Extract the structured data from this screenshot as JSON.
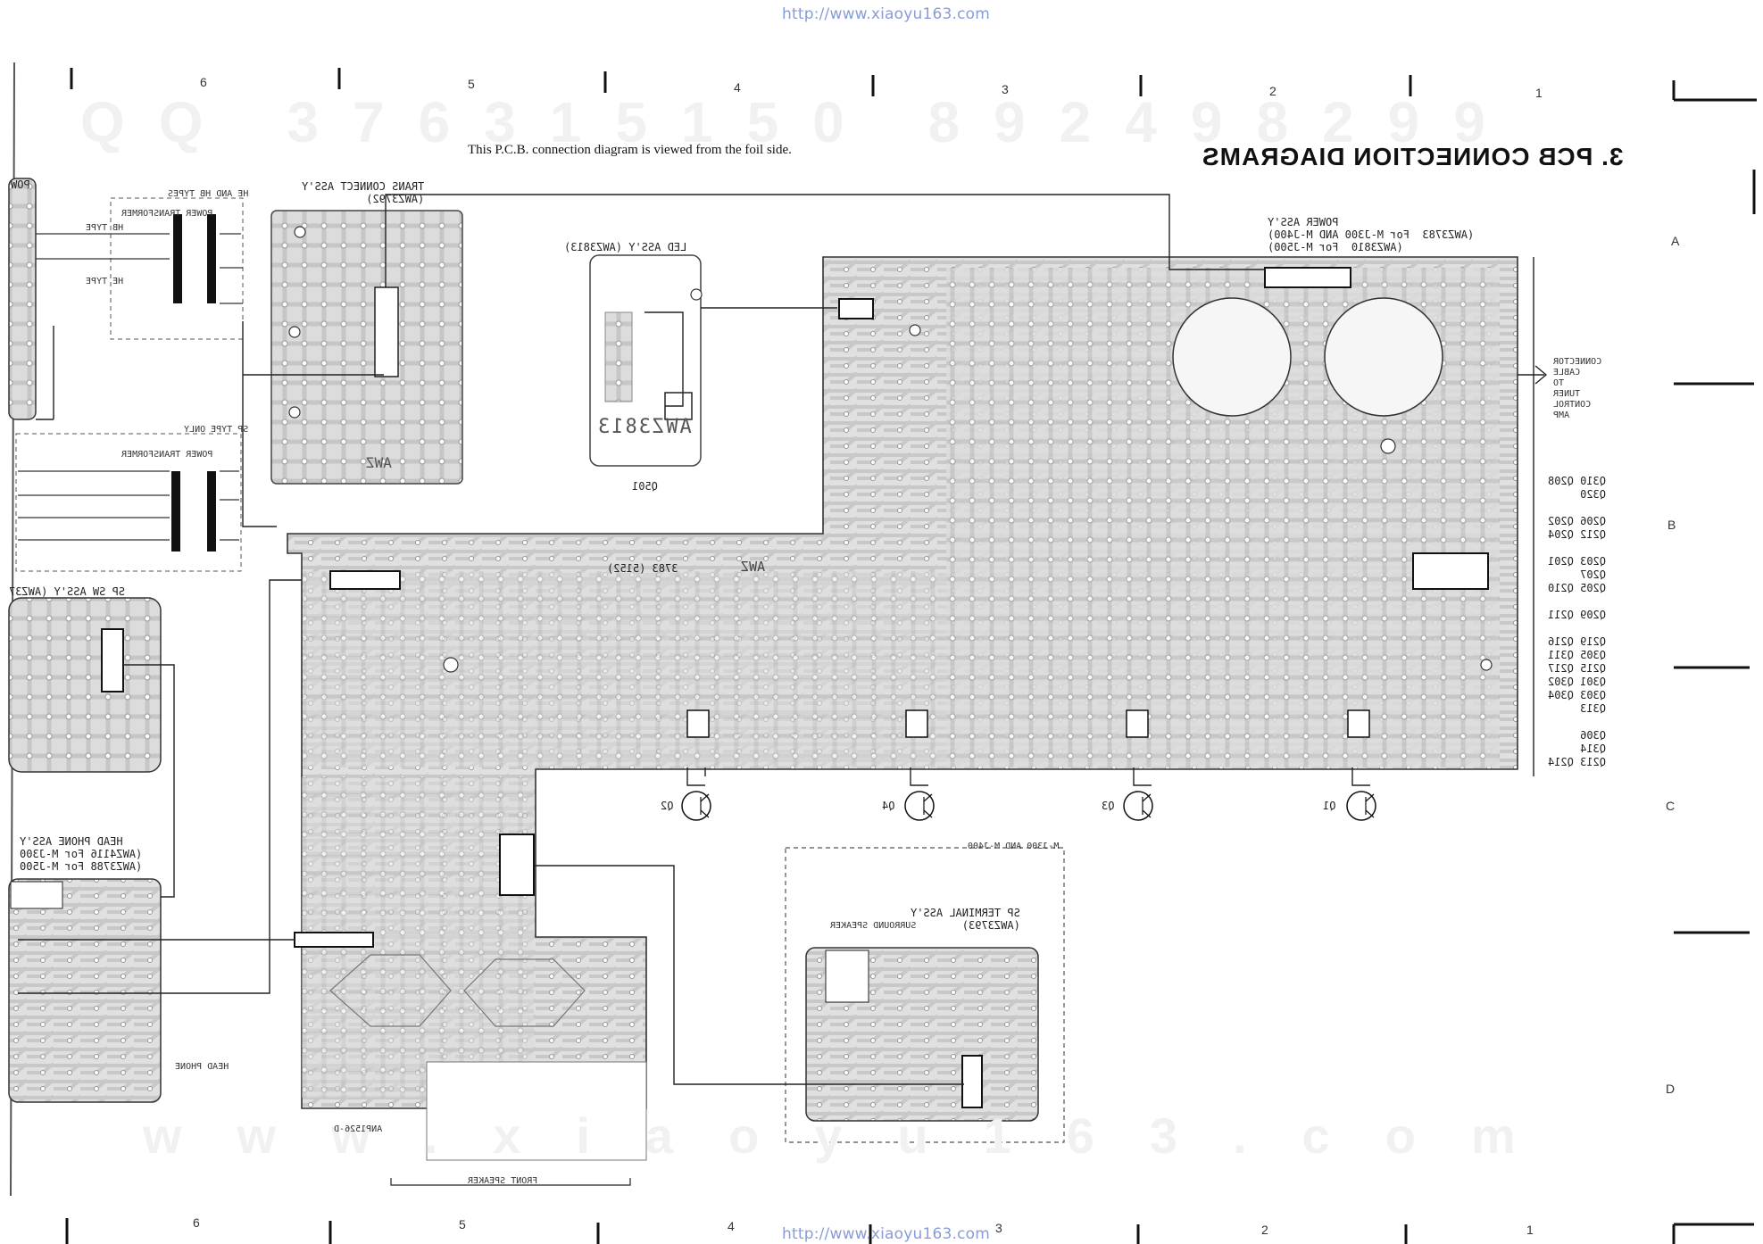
{
  "header": {
    "url_top": "http://www.xiaoyu163.com",
    "url_bottom": "http://www.xiaoyu163.com",
    "section_title": "3.  PCB CONNECTION DIAGRAMS",
    "note": "This P.C.B. connection diagram is viewed from the foil side."
  },
  "watermark": {
    "top": "QQ 376315150   892498299",
    "bottom": "www.xiaoyu163.com"
  },
  "grid": {
    "columns_top": [
      "6",
      "5",
      "4",
      "3",
      "2",
      "1"
    ],
    "columns_bottom": [
      "6",
      "5",
      "4",
      "3",
      "2",
      "1"
    ],
    "rows": [
      "A",
      "B",
      "C",
      "D"
    ]
  },
  "assemblies": {
    "power": {
      "name": "POWER ASS'Y",
      "line1": "(AWZ3783  For M-J300 AND M-J400)",
      "line2": "(AWZ3810  For M-J500)"
    },
    "led": {
      "name": "LED ASS'Y (AWZ3813)",
      "board_code": "AWZ3813",
      "ref": "Q501"
    },
    "trans": {
      "name": "TRANS CONNECT ASS'Y",
      "code": "(AWZ3792)",
      "board_code": "AWZ"
    },
    "he_hb": {
      "title": "HE AND HB TYPES",
      "label": "POWER TRANSFORMER",
      "tags": [
        "HB TYPE",
        "HE TYPE"
      ]
    },
    "sp_type": {
      "title": "SP TYPE ONLY",
      "label": "POWER TRANSFORMER"
    },
    "sp_sw": {
      "name": "SP SW ASS'Y (AWZ37"
    },
    "headphone": {
      "name": "HEAD PHONE ASS'Y",
      "line1": "(AWZ4116 For M-J300",
      "line2": "(AWZ3788 For M-J500",
      "jack": "HEAD PHONE"
    },
    "sp_terminal": {
      "group": "M-J300 AND M-J400",
      "name": "SP TERMINAL ASS'Y",
      "code": "(AWZ3793)",
      "jack": "SURROUND SPEAKER"
    },
    "main_board": {
      "code": "AWZ",
      "part": "3783 (5152)"
    },
    "front_speaker": "FRONT SPEAKER",
    "connector": {
      "line1": "CONNECTOR",
      "line2": "CABLE",
      "line3": "TO",
      "line4": "TUNER",
      "line5": "CONTROL",
      "line6": "AMP"
    },
    "power_left": "POW",
    "bottom_code": "ANP1526-D"
  },
  "transistors": [
    "Q2",
    "Q4",
    "Q3",
    "Q1"
  ],
  "q_list": [
    "Q310 Q208",
    "Q320",
    "",
    "Q206 Q202",
    "Q212 Q204",
    "",
    "Q203 Q201",
    "Q207",
    "Q205 Q210",
    "",
    "Q209 Q211",
    "",
    "Q219 Q216",
    "Q305 Q311",
    "Q215 Q217",
    "Q301 Q302",
    "Q303 Q304",
    "Q313",
    "",
    "Q306",
    "Q314",
    "Q213 Q214"
  ],
  "colors": {
    "board": "#d4d4d4",
    "trace": "#bdbdbd",
    "line": "#222222",
    "paper": "#ffffff"
  }
}
